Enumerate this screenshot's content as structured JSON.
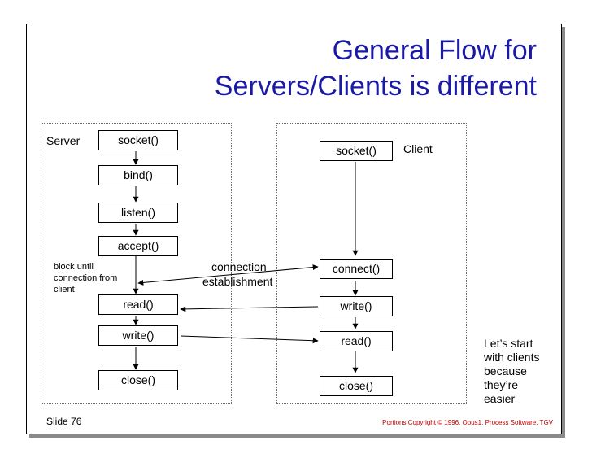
{
  "title": {
    "line1": "General Flow for",
    "line2": "Servers/Clients is different"
  },
  "server": {
    "label": "Server",
    "socket": "socket()",
    "bind": "bind()",
    "listen": "listen()",
    "accept": "accept()",
    "read": "read()",
    "write": "write()",
    "close": "close()",
    "block_note_1": "block until",
    "block_note_2": "connection from",
    "block_note_3": "client"
  },
  "client": {
    "label": "Client",
    "socket": "socket()",
    "connect": "connect()",
    "write": "write()",
    "read": "read()",
    "close": "close()"
  },
  "connection_label_1": "connection",
  "connection_label_2": "establishment",
  "side_note": [
    "Let’s start",
    "with clients",
    "because",
    "they’re",
    "easier"
  ],
  "footer": {
    "slide": "Slide 76",
    "copyright": "Portions Copyright © 1996, Opus1, Process Software, TGV"
  },
  "colors": {
    "title": "#1a1aa6",
    "copyright": "#c00000",
    "shadow": "#8a8a8a"
  }
}
